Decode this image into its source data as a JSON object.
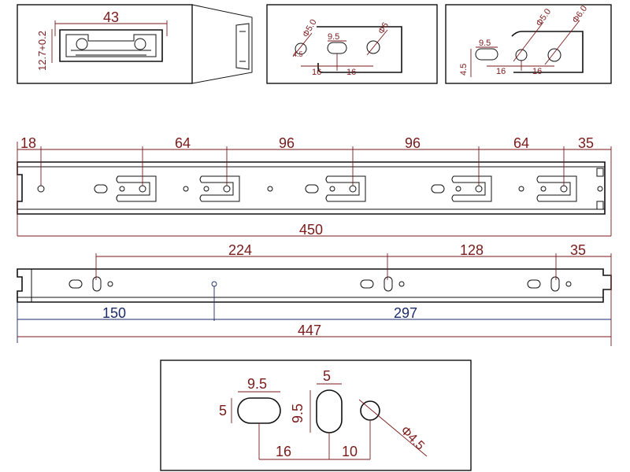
{
  "detail_profile": {
    "width": "43",
    "height": "12.7+0.2"
  },
  "detail_inner": {
    "hole_a": "Φ5.0",
    "slot_w": "9.5",
    "hole_b": "Φ6",
    "offset_a": "16",
    "offset_b": "16",
    "offset_small": "4.5"
  },
  "detail_outer": {
    "slot_w": "9.5",
    "slot_h": "4.5",
    "hole_a": "Φ5.0",
    "hole_b": "Φ6.0",
    "offset_a": "16",
    "offset_b": "16"
  },
  "inner_rail": {
    "dims": [
      "18",
      "64",
      "96",
      "96",
      "64",
      "35"
    ],
    "total": "450"
  },
  "outer_rail": {
    "dims": [
      "224",
      "128",
      "35"
    ],
    "bottom_dims": [
      "150",
      "297"
    ],
    "total": "447"
  },
  "hole_detail": {
    "slot_h_w": "9.5",
    "slot_h_h": "5",
    "slot_v_w": "5",
    "slot_v_h": "9.5",
    "dist_a": "16",
    "dist_b": "10",
    "hole_dia": "Φ4.5"
  }
}
